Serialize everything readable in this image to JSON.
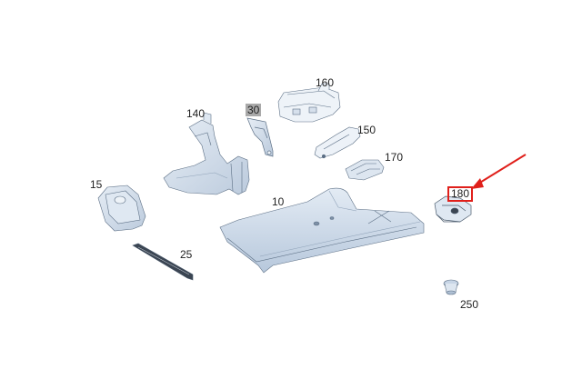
{
  "diagram": {
    "callouts": [
      {
        "id": "p10",
        "text": "10"
      },
      {
        "id": "p15",
        "text": "15"
      },
      {
        "id": "p25",
        "text": "25"
      },
      {
        "id": "p30",
        "text": "30"
      },
      {
        "id": "p140",
        "text": "140"
      },
      {
        "id": "p150",
        "text": "150"
      },
      {
        "id": "p160",
        "text": "160"
      },
      {
        "id": "p170",
        "text": "170"
      },
      {
        "id": "p180",
        "text": "180"
      },
      {
        "id": "p250",
        "text": "250"
      }
    ],
    "highlighted_part": "180",
    "shaded_part": "30"
  },
  "colors": {
    "part_fill": "#c7d5e6",
    "part_fill_light": "#dfe8f2",
    "part_stroke": "#5c6f85",
    "arrow": "#e0201b",
    "label_box_grey": "#a9a9a9"
  }
}
